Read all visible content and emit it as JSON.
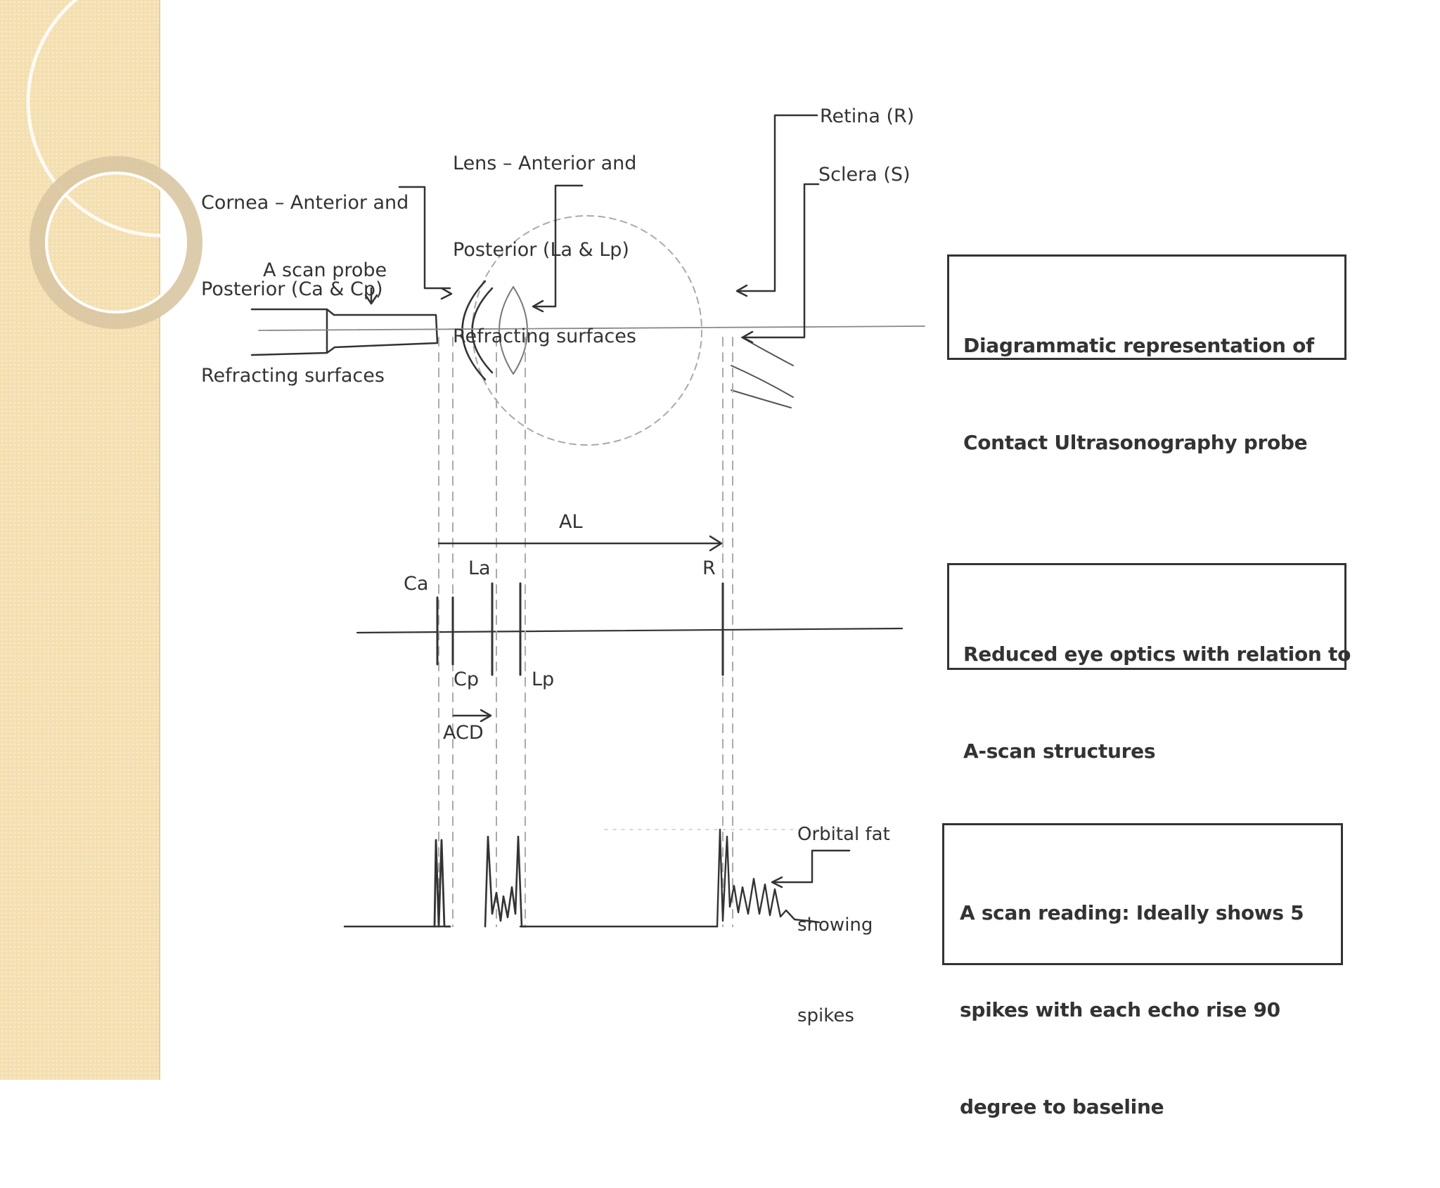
{
  "colors": {
    "sidebar": "#f4dfb0",
    "ink": "#333333",
    "outline": "#9a9a9a",
    "circle_outline": "#ffffff"
  },
  "labels": {
    "cornea": [
      "Cornea – Anterior and",
      "Posterior (Ca & Cp)",
      "Refracting surfaces"
    ],
    "lens": [
      "Lens – Anterior and",
      "Posterior (La & Lp)",
      "Refracting surfaces"
    ],
    "retina": "Retina (R)",
    "sclera": "Sclera (S)",
    "probe": "A scan probe",
    "al": "AL",
    "ca": "Ca",
    "la": "La",
    "r": "R",
    "cp": "Cp",
    "lp": "Lp",
    "acd": "ACD",
    "orbital_fat": [
      "Orbital fat",
      "showing",
      "spikes"
    ]
  },
  "boxes": [
    {
      "lines": [
        "Diagrammatic representation of",
        "Contact Ultrasonography probe"
      ]
    },
    {
      "lines": [
        "Reduced eye optics with relation to",
        "A-scan structures"
      ]
    },
    {
      "lines": [
        "A scan reading: Ideally shows 5",
        "spikes with each echo rise 90",
        "degree to baseline"
      ]
    }
  ]
}
